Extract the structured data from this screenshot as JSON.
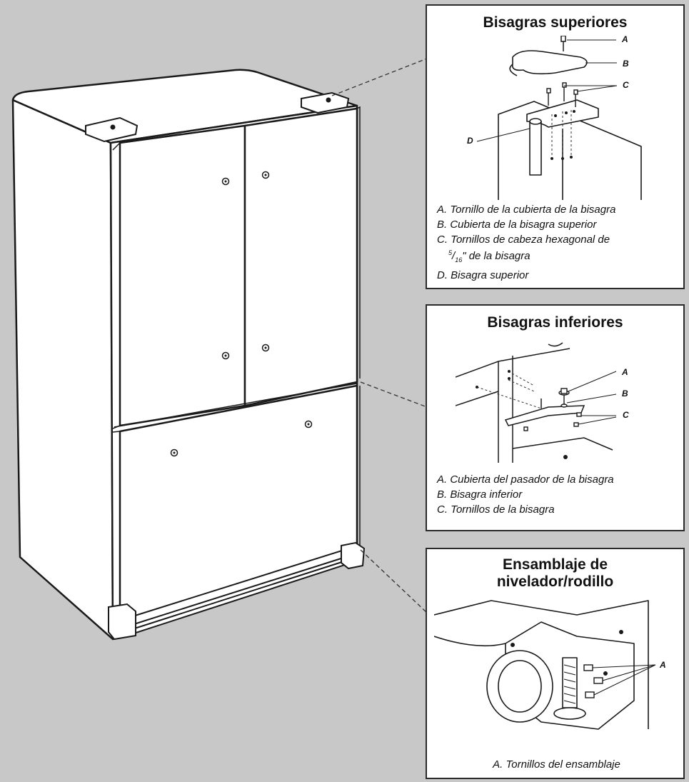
{
  "panels": {
    "top_hinges": {
      "title": "Bisagras superiores",
      "callouts": {
        "a": "A",
        "b": "B",
        "c": "C",
        "d": "D"
      },
      "legend": {
        "a": "A. Tornillo de la cubierta de la bisagra",
        "b": "B. Cubierta de la bisagra superior",
        "c_line1": "C. Tornillos de cabeza hexagonal de",
        "c_frac_num": "5",
        "c_frac_den": "16",
        "c_line2": "\" de la bisagra",
        "d": "D. Bisagra superior"
      }
    },
    "bottom_hinges": {
      "title": "Bisagras inferiores",
      "callouts": {
        "a": "A",
        "b": "B",
        "c": "C"
      },
      "legend": {
        "a": "A. Cubierta del pasador de la bisagra",
        "b": "B. Bisagra inferior",
        "c": "C. Tornillos de la bisagra"
      }
    },
    "leveler": {
      "title_line1": "Ensamblaje de",
      "title_line2": "nivelador/rodillo",
      "callouts": {
        "a": "A"
      },
      "legend": {
        "a": "A. Tornillos del ensamblaje"
      }
    }
  },
  "colors": {
    "background": "#c8c8c8",
    "panel_bg": "#ffffff",
    "fridge_fill": "#ffffff",
    "line": "#1a1a1a"
  }
}
